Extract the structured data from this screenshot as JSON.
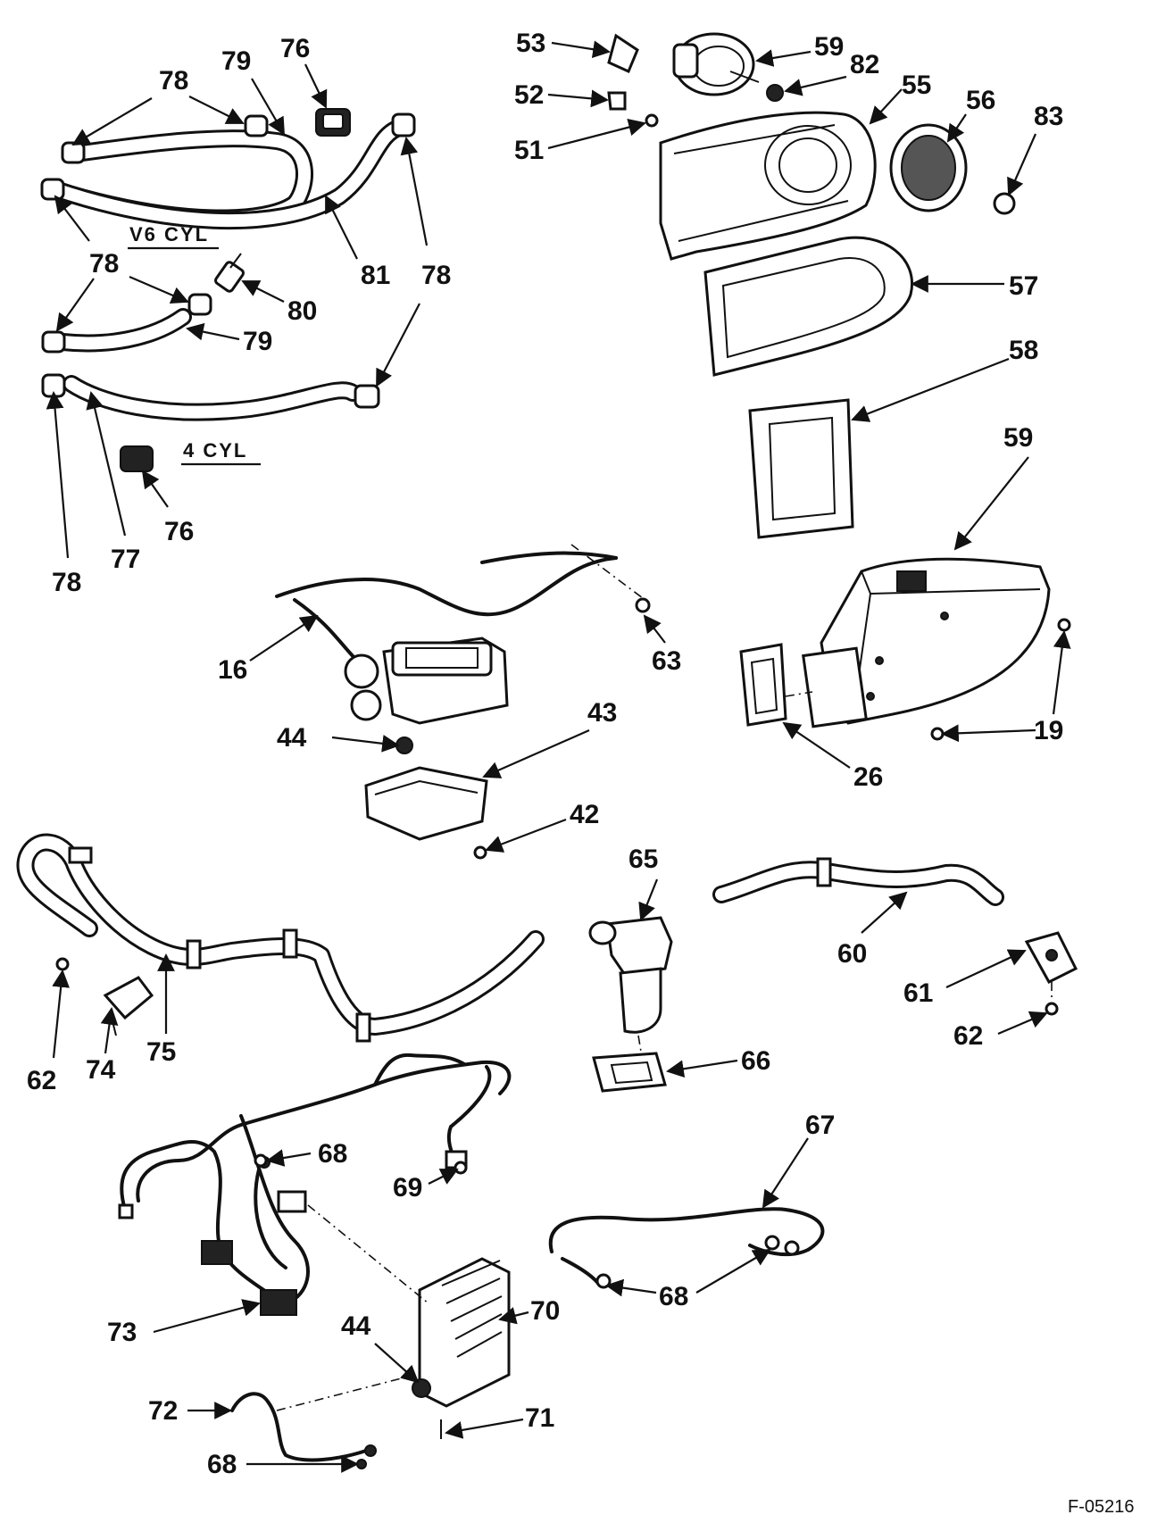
{
  "figure_id": "F-05216",
  "groups": {
    "v6": "V6 CYL",
    "four": "4 CYL"
  },
  "callouts": {
    "c78a": "78",
    "c79a": "79",
    "c76a": "76",
    "c78b": "78",
    "c81": "81",
    "c78c": "78",
    "c78d": "78",
    "c80": "80",
    "c79b": "79",
    "c78e": "78",
    "c77": "77",
    "c76b": "76",
    "c53": "53",
    "c52": "52",
    "c51": "51",
    "c59a": "59",
    "c82": "82",
    "c55": "55",
    "c56": "56",
    "c83": "83",
    "c57": "57",
    "c58": "58",
    "c59b": "59",
    "c16": "16",
    "c63": "63",
    "c44a": "44",
    "c43": "43",
    "c42": "42",
    "c19": "19",
    "c26": "26",
    "c65": "65",
    "c60": "60",
    "c61": "61",
    "c62a": "62",
    "c66": "66",
    "c62b": "62",
    "c74": "74",
    "c75": "75",
    "c67": "67",
    "c68a": "68",
    "c69": "69",
    "c68b": "68",
    "c73": "73",
    "c44b": "44",
    "c70": "70",
    "c72": "72",
    "c71": "71",
    "c68c": "68"
  }
}
